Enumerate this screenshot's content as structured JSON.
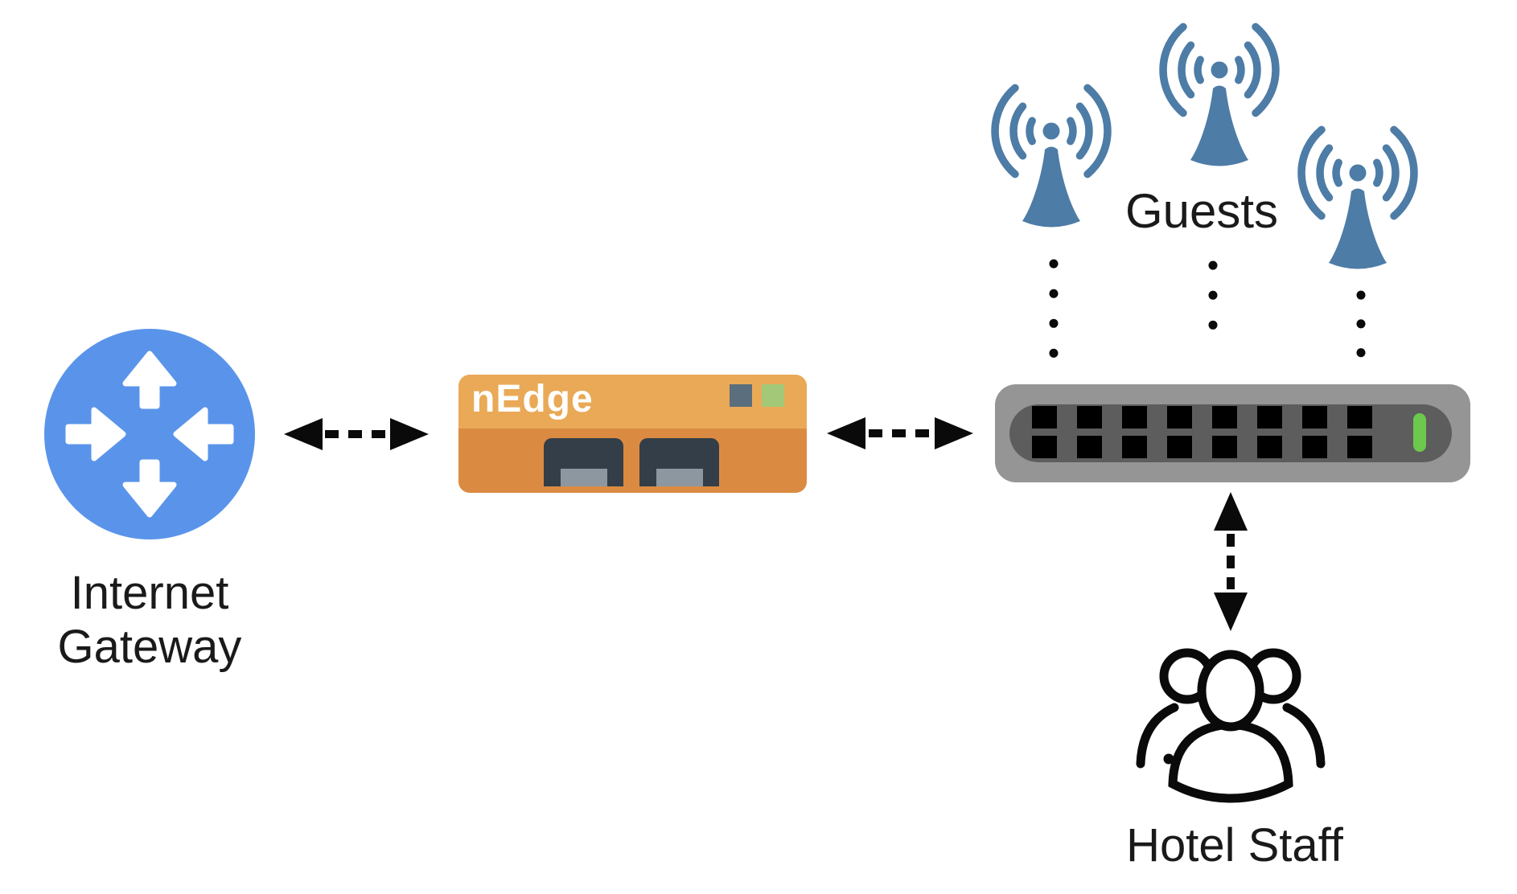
{
  "colors": {
    "background": "#ffffff",
    "gateway_blue": "#5a94ea",
    "gateway_arrow_white": "#ffffff",
    "antenna_blue": "#4d7ca6",
    "nedge_top_orange": "#e9a956",
    "nedge_bottom_orange": "#db8b41",
    "nedge_port_dark": "#333e48",
    "nedge_port_inner_gray": "#8d97a0",
    "nedge_square_slate": "#5a6e7d",
    "nedge_square_green": "#a2c878",
    "switch_outer_gray": "#959595",
    "switch_inner_gray": "#5d5d5d",
    "switch_port_black": "#000000",
    "switch_led_green": "#6dc84e",
    "arrow_black": "#0a0a0a",
    "dot_black": "#0a0a0a",
    "staff_icon_black": "#0a0a0a",
    "text_black": "#1a1a1a"
  },
  "nodes": {
    "internet_gateway": {
      "label_line1": "Internet",
      "label_line2": "Gateway",
      "icon": "router-icon"
    },
    "nedge": {
      "label": "nEdge",
      "icon": "nedge-appliance-icon",
      "status_squares": 2,
      "front_ports": 2
    },
    "switch": {
      "icon": "ethernet-switch-icon",
      "port_columns": 8,
      "port_rows": 2,
      "led_on": true
    },
    "guests": {
      "label": "Guests",
      "icon": "wifi-access-point-icon",
      "access_points": 3
    },
    "hotel_staff": {
      "label": "Hotel Staff",
      "icon": "people-group-icon"
    }
  },
  "connections": [
    {
      "from": "internet-gateway",
      "to": "nedge",
      "style": "dashed-double-arrow"
    },
    {
      "from": "nedge",
      "to": "switch",
      "style": "dashed-double-arrow"
    },
    {
      "from": "switch",
      "to": "hotel-staff",
      "style": "dashed-double-arrow"
    },
    {
      "from": "access-point-1",
      "to": "switch",
      "style": "dotted-line"
    },
    {
      "from": "access-point-2",
      "to": "switch",
      "style": "dotted-line"
    },
    {
      "from": "access-point-3",
      "to": "switch",
      "style": "dotted-line"
    }
  ]
}
